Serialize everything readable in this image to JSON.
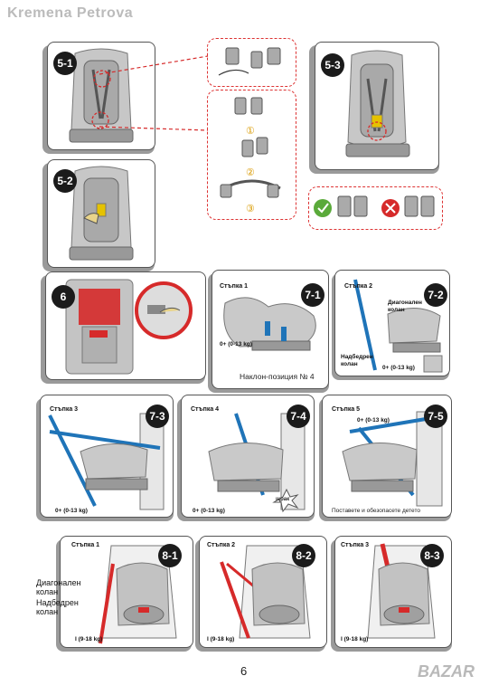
{
  "watermark": "Kremena Petrova",
  "page_number": "6",
  "brand": "BAZAR",
  "colors": {
    "accent_red": "#d62a2a",
    "belt_blue": "#1f74b8",
    "seat_gray": "#b9b9b9"
  },
  "sections": {
    "s5_1": {
      "badge": "5-1"
    },
    "s5_2": {
      "badge": "5-2"
    },
    "s5_3": {
      "badge": "5-3"
    },
    "detail": {
      "steps": [
        "①",
        "②",
        "③"
      ]
    },
    "s6": {
      "badge": "6"
    },
    "s7_1": {
      "badge": "7-1",
      "step": "Стъпка 1",
      "weight": "0+ (0-13 kg)",
      "caption": "Наклон-позиция № 4"
    },
    "s7_2": {
      "badge": "7-2",
      "step": "Стъпка 2",
      "diag": "Диагонален колан",
      "lap": "Надбедрен колан",
      "weight": "0+ (0-13 kg)"
    },
    "s7_3": {
      "badge": "7-3",
      "step": "Стъпка 3",
      "weight": "0+ (0-13 kg)"
    },
    "s7_4": {
      "badge": "7-4",
      "step": "Стъпка 4",
      "weight": "0+ (0-13 kg)",
      "click": "щрак"
    },
    "s7_5": {
      "badge": "7-5",
      "step": "Стъпка 5",
      "weight": "0+ (0-13 kg)",
      "caption": "Поставете и обезопасете детето"
    },
    "s8_1": {
      "badge": "8-1",
      "step": "Стъпка 1",
      "diag": "Диагонален колан",
      "lap": "Надбедрен колан",
      "weight": "I (9-18 kg)"
    },
    "s8_2": {
      "badge": "8-2",
      "step": "Стъпка 2",
      "weight": "I (9-18 kg)"
    },
    "s8_3": {
      "badge": "8-3",
      "step": "Стъпка 3",
      "weight": "I (9-18 kg)"
    }
  }
}
